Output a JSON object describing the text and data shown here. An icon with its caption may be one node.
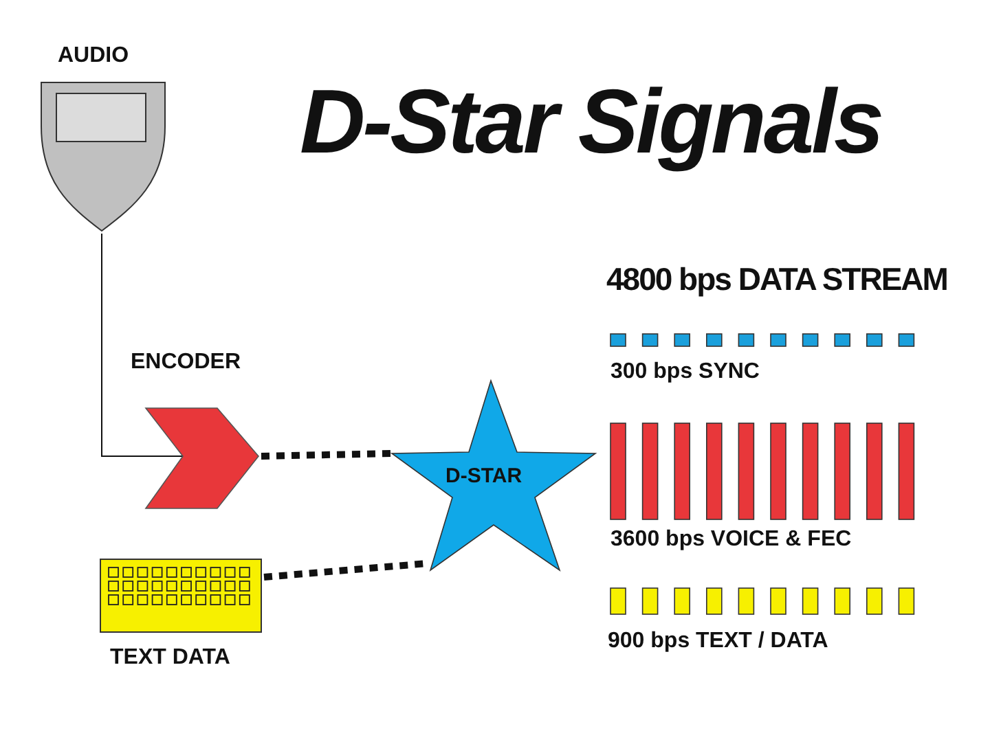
{
  "diagram": {
    "title": "D-Star Signals",
    "nodes": [
      {
        "text": [
          "AUDIO"
        ]
      },
      {
        "text": [
          "ENCODER"
        ]
      },
      {
        "text": [
          "TEXT DATA"
        ]
      },
      {
        "text": [
          "D-STAR"
        ]
      }
    ],
    "edges": [
      {
        "from": 0,
        "to": 1,
        "arrow": "none"
      },
      {
        "from": 1,
        "to": 3,
        "arrow": "none",
        "style": "dashed"
      },
      {
        "from": 2,
        "to": 3,
        "arrow": "none",
        "style": "dashed"
      }
    ],
    "labels": [
      "4800 bps DATA STREAM",
      "300 bps SYNC",
      "3600 bps VOICE & FEC",
      "900 bps TEXT / DATA"
    ]
  }
}
